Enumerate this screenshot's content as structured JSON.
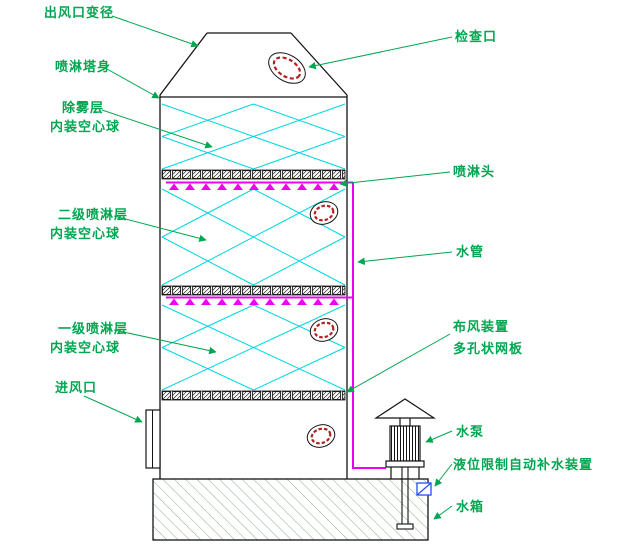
{
  "diagram": {
    "type": "spray-tower-scrubber-schematic",
    "colors": {
      "annotation_green": "#00a650",
      "packing_cyan": "#00d7e0",
      "spray_magenta": "#f000f0",
      "port_red": "#b22222",
      "outline_black": "#141414",
      "tank_hatch": "#8fae8f",
      "refill_blue": "#1f4fff",
      "background": "#ffffff"
    }
  },
  "labels": {
    "outlet_reducer": "出风口变径",
    "inspection_port": "检查口",
    "tower_body": "喷淋塔身",
    "demister_layer": "除雾层",
    "hollow_ball_fill": "内装空心球",
    "spray_head": "喷淋头",
    "secondary_spray_layer": "二级喷淋层",
    "water_pipe": "水管",
    "primary_spray_layer": "一级喷淋层",
    "air_distributor": "布风装置",
    "mesh_plate": "多孔状网板",
    "air_inlet": "进风口",
    "water_pump": "水泵",
    "auto_refill": "液位限制自动补水装置",
    "water_tank": "水箱"
  }
}
